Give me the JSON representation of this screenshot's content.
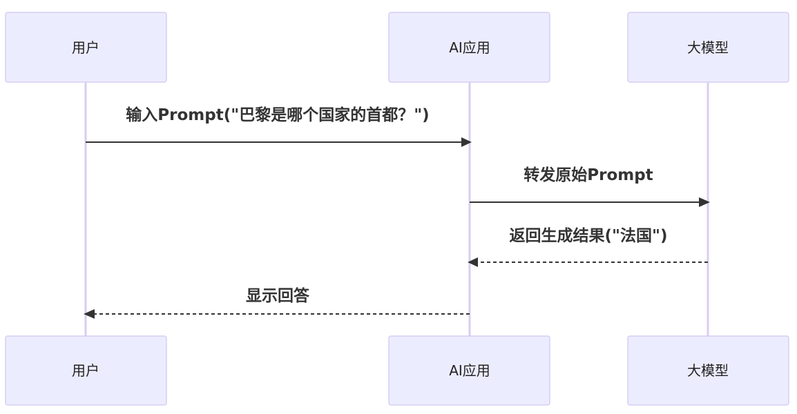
{
  "participants": [
    {
      "id": "user",
      "label": "用户"
    },
    {
      "id": "app",
      "label": "AI应用"
    },
    {
      "id": "llm",
      "label": "大模型"
    }
  ],
  "messages": [
    {
      "from": "user",
      "to": "app",
      "label": "输入Prompt(\"巴黎是哪个国家的首都？\")",
      "style": "solid"
    },
    {
      "from": "app",
      "to": "llm",
      "label": "转发原始Prompt",
      "style": "solid"
    },
    {
      "from": "llm",
      "to": "app",
      "label": "返回生成结果(\"法国\")",
      "style": "dashed"
    },
    {
      "from": "app",
      "to": "user",
      "label": "显示回答",
      "style": "dashed"
    }
  ],
  "colors": {
    "actor_fill": "#ECECFF",
    "actor_border": "#CFC5F0",
    "lifeline": "#D9CDF2",
    "arrow": "#333333",
    "text": "#222222"
  }
}
